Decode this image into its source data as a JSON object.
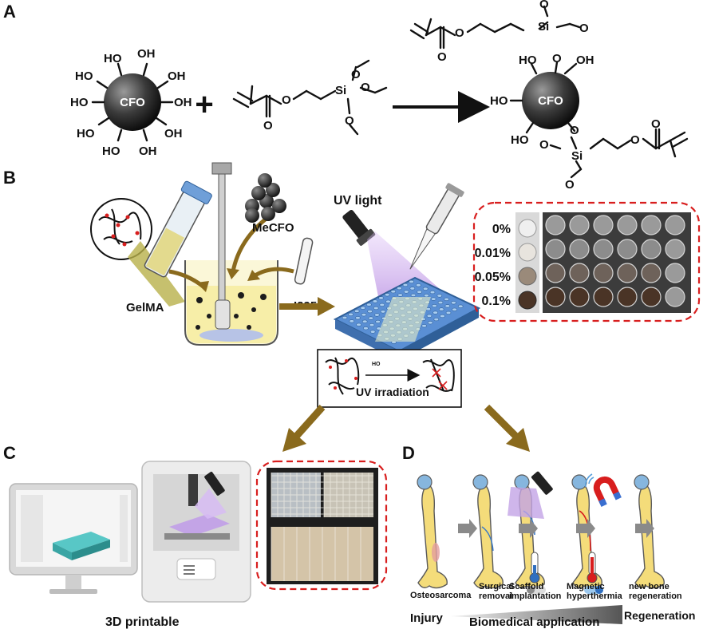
{
  "panels": {
    "a": "A",
    "b": "B",
    "c": "C",
    "d": "D"
  },
  "panel_a": {
    "core_label": "CFO",
    "hydroxyl": "HO",
    "hydroxyl_right": "OH",
    "plus": "+",
    "si": "Si",
    "oxygen": "O"
  },
  "panel_b": {
    "gelma": "GelMA",
    "mecfo": "MeCFO",
    "initiator": "I2959",
    "uv_light": "UV light",
    "uv_irradiation": "UV irradiation",
    "inset_small": "HO",
    "concentrations": [
      "0%",
      "0.01%",
      "0.05%",
      "0.1%"
    ]
  },
  "panel_c": {
    "caption": "3D printable"
  },
  "panel_d": {
    "stages": [
      "Osteosarcoma",
      "Surgical\nremoval",
      "Scaffold\nimplantation",
      "Magnetic\nhyperthermia",
      "new bone\nregeneration"
    ],
    "injury": "Injury",
    "regeneration": "Regeneration",
    "caption": "Biomedical application"
  },
  "colors": {
    "accent_brown": "#8a6a1d",
    "dashed_red": "#d81e1e",
    "bone": "#f4dc7a",
    "joint": "#86b6de",
    "uv_purple": "#c7a6e8",
    "plate_blue": "#6f9fd8"
  }
}
